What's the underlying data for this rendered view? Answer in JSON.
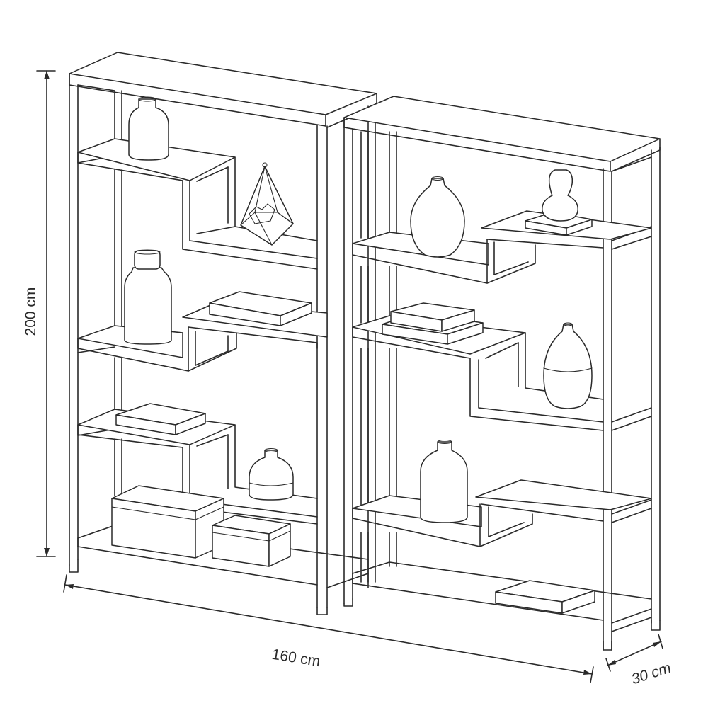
{
  "dimensions": {
    "height_label": "200 cm",
    "width_label": "160 cm",
    "depth_label": "30 cm"
  }
}
